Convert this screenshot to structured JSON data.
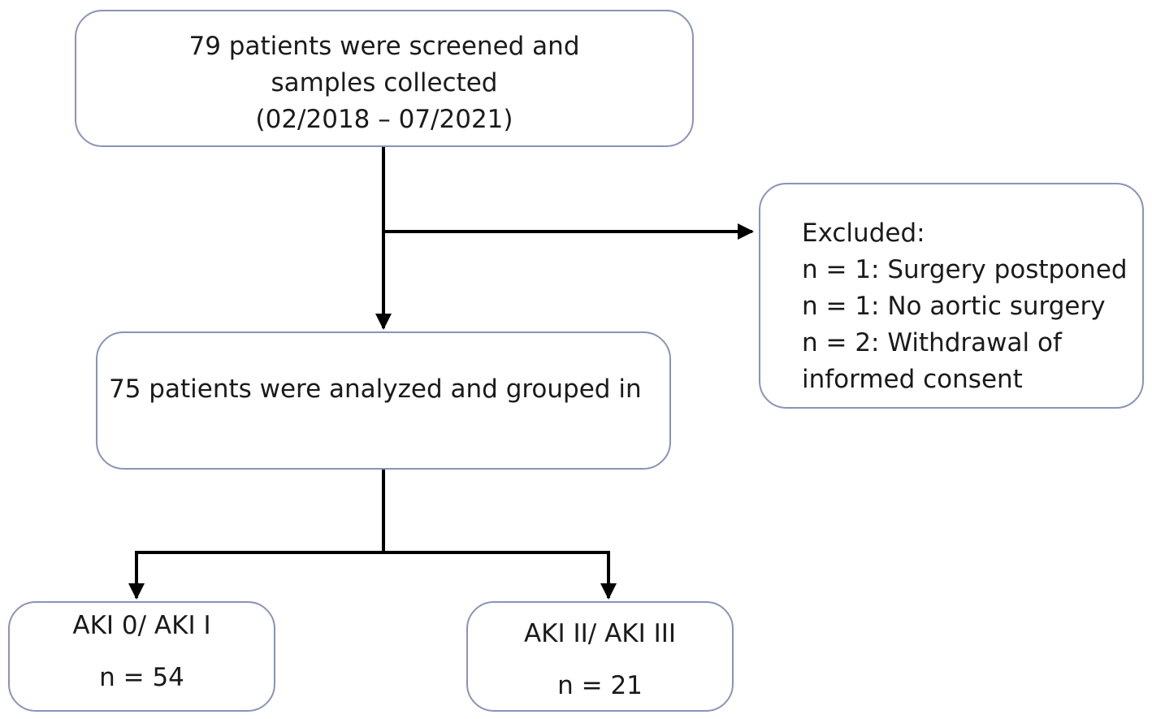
{
  "screening": {
    "line1": "79 patients were screened and",
    "line2": "samples collected",
    "line3": "(02/2018 – 07/2021)"
  },
  "excluded": {
    "title": "Excluded:",
    "items": [
      "n = 1: Surgery postponed",
      "n = 1: No aortic surgery",
      "n = 2: Withdrawal of",
      "informed consent"
    ]
  },
  "analyzed": {
    "text": "75 patients were analyzed and grouped in"
  },
  "groups": [
    {
      "label": "AKI 0/ AKI I",
      "count": "n = 54"
    },
    {
      "label": "AKI II/ AKI III",
      "count": "n = 21"
    }
  ],
  "colors": {
    "box_border": "#8a93b8",
    "connector": "#000000",
    "text": "#1a1a1a"
  }
}
